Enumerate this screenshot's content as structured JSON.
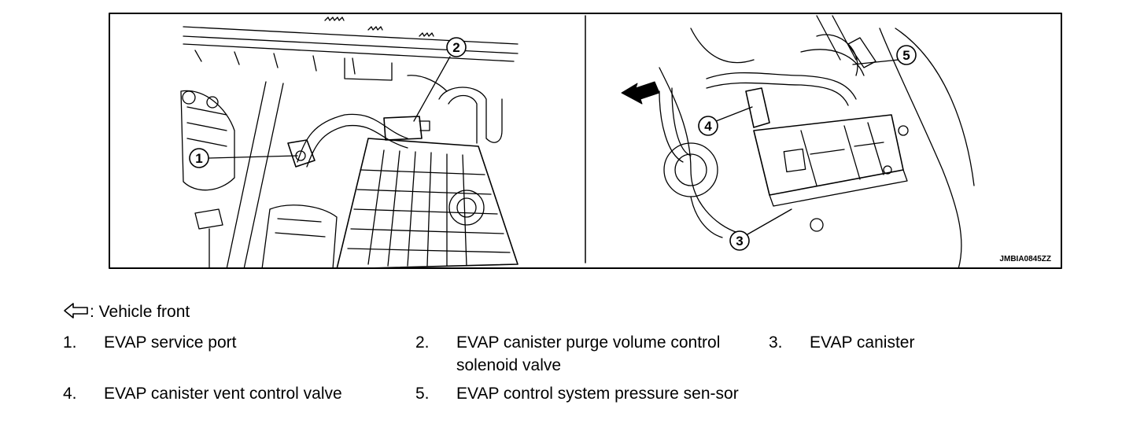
{
  "figure": {
    "reference_code": "JMBIA0845ZZ",
    "callouts": [
      "1",
      "2",
      "3",
      "4",
      "5"
    ]
  },
  "legend": {
    "front_label": ": Vehicle front",
    "front_icon": "outline-arrow-left-icon"
  },
  "parts": [
    {
      "number": "1.",
      "name": "EVAP service port"
    },
    {
      "number": "2.",
      "name": "EVAP canister purge volume control solenoid valve"
    },
    {
      "number": "3.",
      "name": "EVAP canister"
    },
    {
      "number": "4.",
      "name": "EVAP canister vent control valve"
    },
    {
      "number": "5.",
      "name": "EVAP control system pressure sen-sor"
    }
  ]
}
